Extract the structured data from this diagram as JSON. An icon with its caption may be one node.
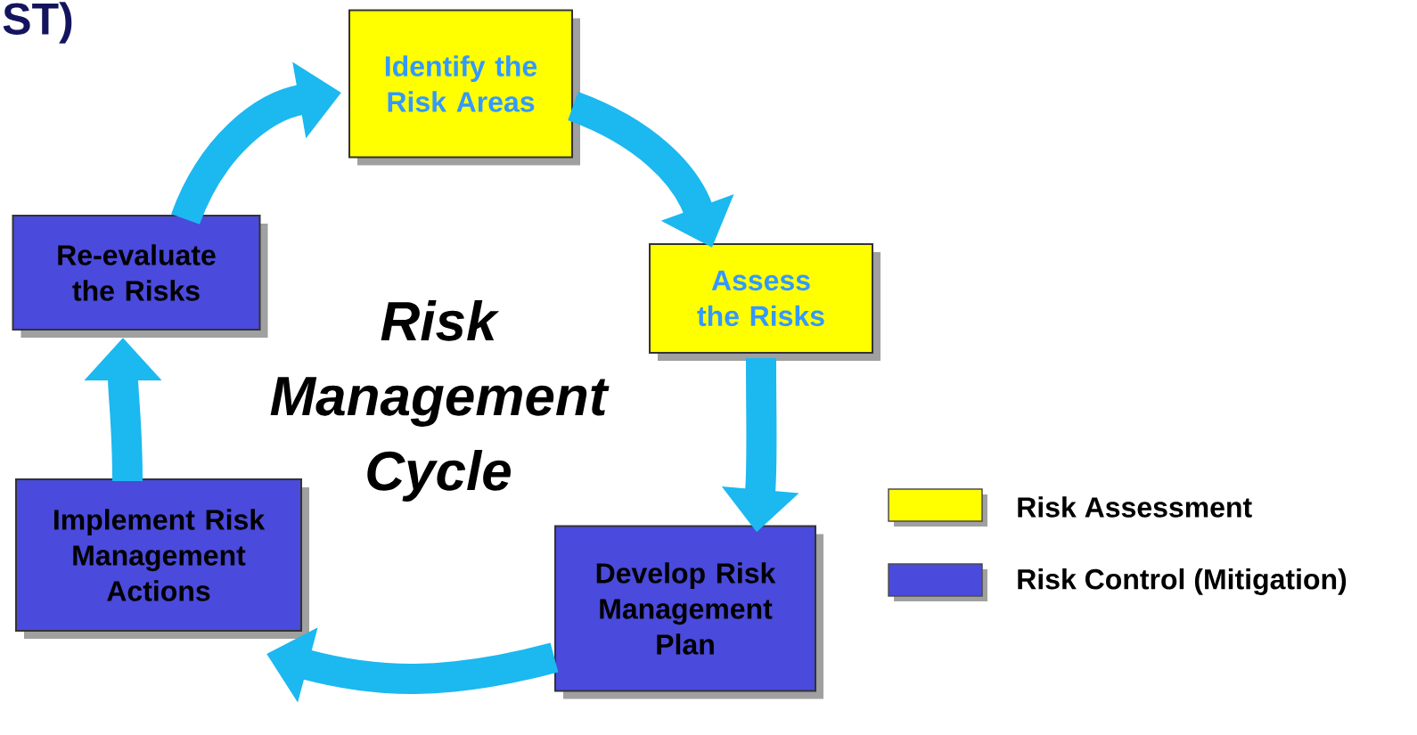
{
  "diagram": {
    "nodes": [
      {
        "text": [
          "Identify the Risk Areas"
        ]
      },
      {
        "text": [
          "Assess the Risks"
        ]
      },
      {
        "text": [
          "Develop Risk Management Plan"
        ]
      },
      {
        "text": [
          "Implement Risk Management Actions"
        ]
      },
      {
        "text": [
          "Re-evaluate the Risks"
        ]
      }
    ],
    "edges": [
      {
        "from": 0,
        "to": 1,
        "arrow": "to"
      },
      {
        "from": 1,
        "to": 2,
        "arrow": "to"
      },
      {
        "from": 2,
        "to": 3,
        "arrow": "to"
      },
      {
        "from": 3,
        "to": 4,
        "arrow": "to"
      },
      {
        "from": 4,
        "to": 0,
        "arrow": "to"
      }
    ],
    "labels": [
      "ST)",
      "Risk Management Cycle"
    ],
    "legend": [
      {
        "text": "Risk Assessment",
        "color": "#ffff00"
      },
      {
        "text": "Risk Control (Mitigation)",
        "color": "#4a4adc"
      }
    ]
  }
}
